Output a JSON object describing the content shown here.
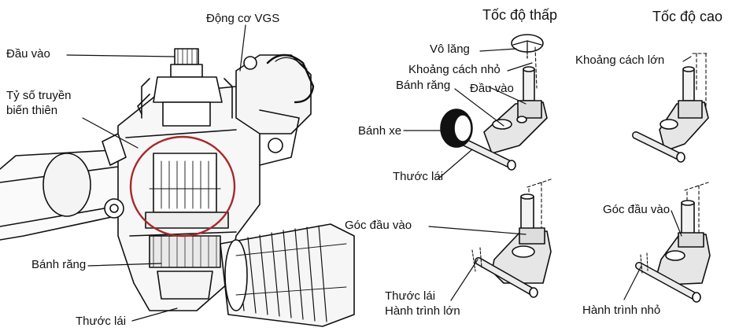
{
  "left_panel": {
    "labels": {
      "vgs_motor": "Động cơ VGS",
      "input": "Đầu vào",
      "variable_ratio_line1": "Tỷ số truyền",
      "variable_ratio_line2": "biến thiên",
      "gear": "Bánh răng",
      "rack": "Thước lái"
    }
  },
  "right_panel": {
    "headers": {
      "low_speed": "Tốc độ thấp",
      "high_speed": "Tốc độ cao"
    },
    "low_speed_labels": {
      "steering_wheel": "Vô lăng",
      "small_distance": "Khoảng cách nhỏ",
      "gear": "Bánh răng",
      "input": "Đầu vào",
      "wheel": "Bánh xe",
      "rack": "Thước lái",
      "input_angle": "Góc đầu vào",
      "rack2_line1": "Thước lái",
      "rack2_line2": "Hành trình lớn"
    },
    "high_speed_labels": {
      "large_distance": "Khoảng cách lớn",
      "input_angle": "Góc đầu vào",
      "small_travel": "Hành trình nhỏ"
    }
  },
  "colors": {
    "highlight_circle": "#a8292b",
    "line": "#111111"
  }
}
